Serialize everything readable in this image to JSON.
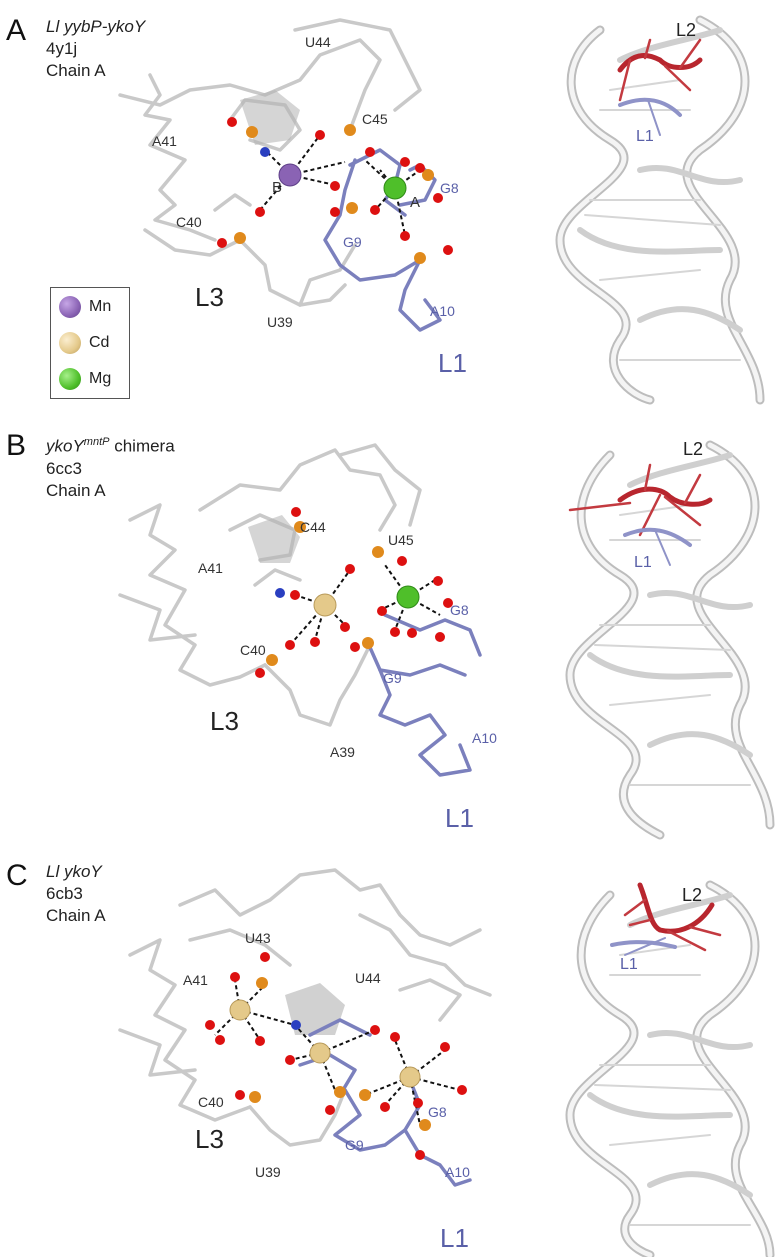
{
  "panels": [
    {
      "letter": "A",
      "title_italic": "Ll yybP-ykoY",
      "title_sup": "",
      "title_rest": "",
      "pdb": "4y1j",
      "chain": "Chain A",
      "residues": {
        "a41": "A41",
        "u44": "U44",
        "c45": "C45",
        "c40": "C40",
        "u39": "U39",
        "g8": "G8",
        "g9": "G9",
        "a10": "A10"
      },
      "site_labels": {
        "b": "B",
        "a": "A"
      },
      "loops": {
        "l3": "L3",
        "l1": "L1",
        "l2": "L2",
        "l1_small": "L1"
      }
    },
    {
      "letter": "B",
      "title_italic": "ykoY",
      "title_sup": "mntP",
      "title_rest": " chimera",
      "pdb": "6cc3",
      "chain": "Chain A",
      "residues": {
        "c44": "C44",
        "u45": "U45",
        "a41": "A41",
        "c40": "C40",
        "a39": "A39",
        "g8": "G8",
        "g9": "G9",
        "a10": "A10"
      },
      "loops": {
        "l3": "L3",
        "l1": "L1",
        "l2": "L2",
        "l1_small": "L1"
      }
    },
    {
      "letter": "C",
      "title_italic": "Ll ykoY",
      "title_sup": "",
      "title_rest": "",
      "pdb": "6cb3",
      "chain": "Chain A",
      "residues": {
        "u43": "U43",
        "u44": "U44",
        "a41": "A41",
        "c40": "C40",
        "u39": "U39",
        "g8": "G8",
        "g9": "G9",
        "a10": "A10"
      },
      "loops": {
        "l3": "L3",
        "l1": "L1",
        "l2": "L2",
        "l1_small": "L1"
      }
    }
  ],
  "legend": [
    {
      "label": "Mn",
      "color": "#8a63b4"
    },
    {
      "label": "Cd",
      "color": "#e4c98a"
    },
    {
      "label": "Mg",
      "color": "#4fbf2a"
    }
  ],
  "colors": {
    "backbone": "#c8c8c8",
    "l1": "#7b80bd",
    "l2": "#b8262e",
    "oxygen": "#dd1010",
    "phosphorus": "#e08a1c",
    "nitrogen": "#2a3fc0",
    "label_l1": "#5a60a8"
  }
}
